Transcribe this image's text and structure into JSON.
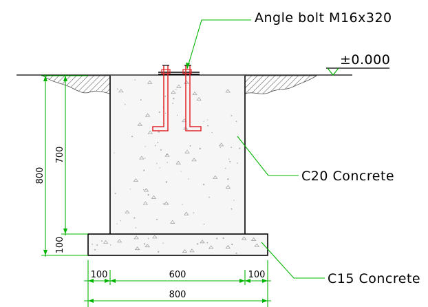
{
  "labels": {
    "bolt": "Angle bolt M16x320",
    "level": "±0.000",
    "c20": "C20 Concrete",
    "c15": "C15 Concrete"
  },
  "dimensions": {
    "v800": "800",
    "v700": "700",
    "v100": "100",
    "h100_left": "100",
    "h600": "600",
    "h100_right": "100",
    "h800": "800"
  },
  "colors": {
    "dimension": "#00b400",
    "bolt": "#e1262c",
    "outline": "#000000"
  }
}
